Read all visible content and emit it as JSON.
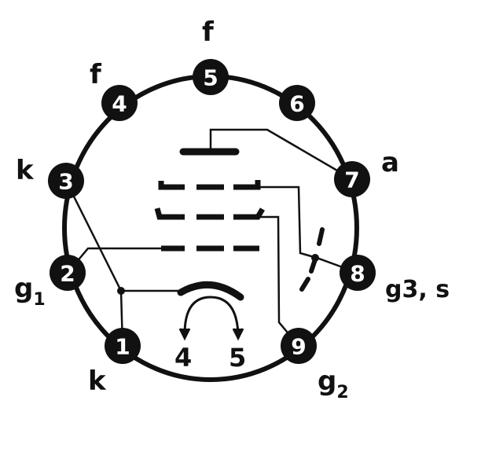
{
  "title": "Valve base pin connection diagram",
  "pins": [
    {
      "number": "1",
      "label": "k"
    },
    {
      "number": "2",
      "label": "g1"
    },
    {
      "number": "3",
      "label": "k"
    },
    {
      "number": "4",
      "label": "f"
    },
    {
      "number": "5",
      "label": "f"
    },
    {
      "number": "6",
      "label": ""
    },
    {
      "number": "7",
      "label": "a"
    },
    {
      "number": "8",
      "label": "g3, s"
    },
    {
      "number": "9",
      "label": "g2"
    }
  ],
  "labels": {
    "pin1": "k",
    "pin2_main": "g",
    "pin2_sub": "1",
    "pin3": "k",
    "pin4": "f",
    "pin5": "f",
    "pin7": "a",
    "pin8_main": "g",
    "pin8_sub": "3",
    "pin8_rest": ", s",
    "pin9_main": "g",
    "pin9_sub": "2",
    "heater_left": "4",
    "heater_right": "5"
  },
  "colors": {
    "ink": "#111111",
    "background": "#ffffff"
  }
}
